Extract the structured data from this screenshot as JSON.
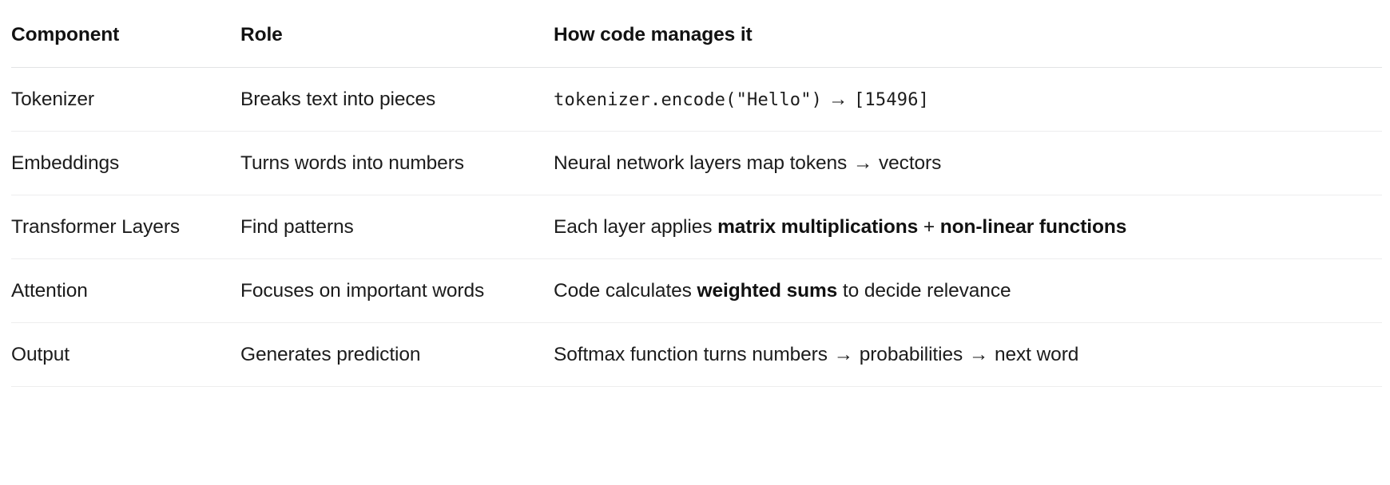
{
  "table": {
    "headers": [
      {
        "label": "Component"
      },
      {
        "label": "Role"
      },
      {
        "label": "How code manages it"
      }
    ],
    "rows": [
      {
        "component": "Tokenizer",
        "role": "Breaks text into pieces",
        "how_code": [
          {
            "text": "tokenizer.encode(\"Hello\")",
            "style": "code"
          },
          {
            "text": " ",
            "style": "plain"
          },
          {
            "text": "→",
            "style": "arrow"
          },
          {
            "text": " ",
            "style": "plain"
          },
          {
            "text": "[15496]",
            "style": "code"
          }
        ]
      },
      {
        "component": "Embeddings",
        "role": "Turns words into numbers",
        "how_code": [
          {
            "text": "Neural network layers map tokens ",
            "style": "plain"
          },
          {
            "text": "→",
            "style": "arrow"
          },
          {
            "text": " vectors",
            "style": "plain"
          }
        ]
      },
      {
        "component": "Transformer Layers",
        "role": "Find patterns",
        "how_code": [
          {
            "text": "Each layer applies ",
            "style": "plain"
          },
          {
            "text": "matrix multiplications",
            "style": "bold"
          },
          {
            "text": " + ",
            "style": "plain"
          },
          {
            "text": "non-linear functions",
            "style": "bold"
          }
        ]
      },
      {
        "component": "Attention",
        "role": "Focuses on important words",
        "how_code": [
          {
            "text": "Code calculates ",
            "style": "plain"
          },
          {
            "text": "weighted sums",
            "style": "bold"
          },
          {
            "text": " to decide relevance",
            "style": "plain"
          }
        ]
      },
      {
        "component": "Output",
        "role": "Generates prediction",
        "how_code": [
          {
            "text": "Softmax function turns numbers ",
            "style": "plain"
          },
          {
            "text": "→",
            "style": "arrow"
          },
          {
            "text": " probabilities ",
            "style": "plain"
          },
          {
            "text": "→",
            "style": "arrow"
          },
          {
            "text": " next word",
            "style": "plain"
          }
        ]
      }
    ]
  },
  "colors": {
    "background": "#ffffff",
    "text": "#1c1c1c",
    "heading": "#121212",
    "header_rule": "#e2e3e4",
    "row_rule": "#ededee"
  }
}
